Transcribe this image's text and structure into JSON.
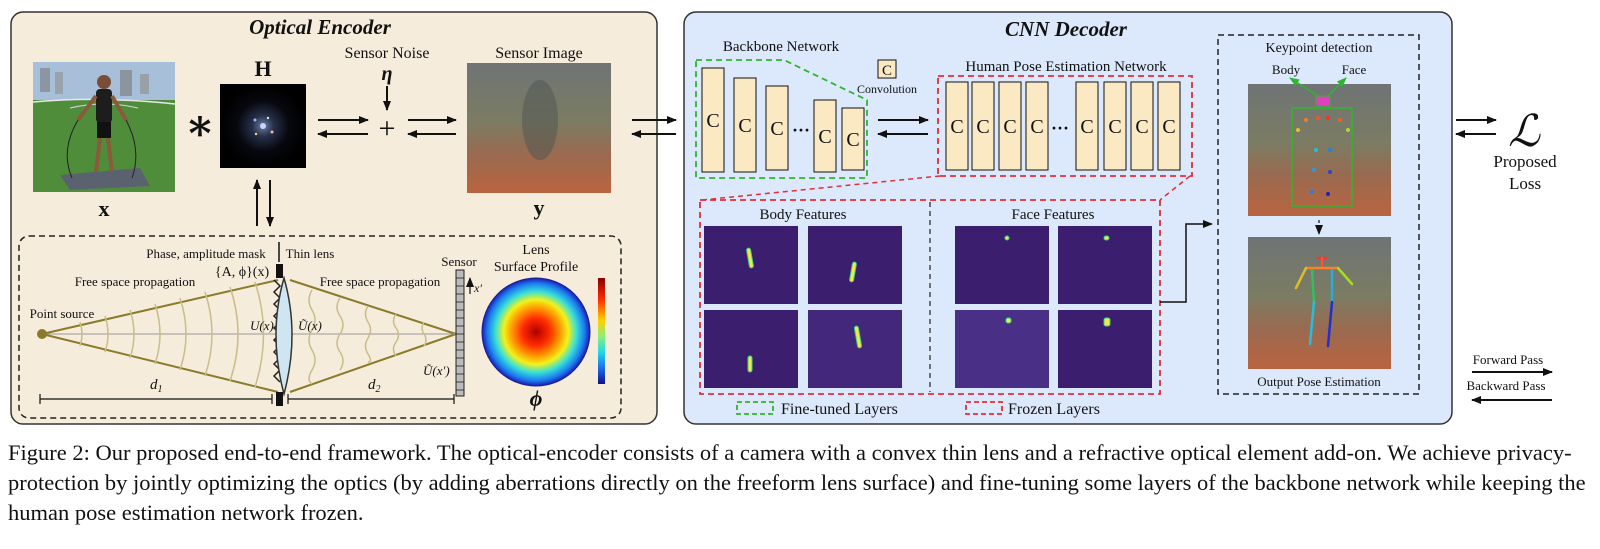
{
  "encoder": {
    "title": "Optical Encoder",
    "kernel_label": "H",
    "input_label": "x",
    "output_label": "y",
    "convolve_symbol": "∗",
    "plus_symbol": "+",
    "noise_label": "Sensor Noise",
    "noise_symbol": "η",
    "sensor_image_label": "Sensor Image",
    "optics": {
      "mask_label": "Phase, amplitude mask",
      "mask_formula": "{A, ϕ}(x)",
      "thin_lens_label": "Thin lens",
      "free_space_left": "Free space propagation",
      "free_space_right": "Free space propagation",
      "point_source": "Point source",
      "sensor_label": "Sensor",
      "sensor_coord": "x′",
      "u_x": "U(x)",
      "u_tilde_x": "Ũ(x)",
      "u_tilde_xprime": "Ũ(x′)",
      "d1": "d",
      "d1_sub": "1",
      "d2": "d",
      "d2_sub": "2",
      "lens_profile_line1": "Lens",
      "lens_profile_line2": "Surface Profile",
      "phi_symbol": "ϕ"
    }
  },
  "decoder": {
    "title": "CNN Decoder",
    "backbone_label": "Backbone Network",
    "hpe_label": "Human Pose Estimation Network",
    "conv_symbol": "C",
    "conv_label": "Convolution",
    "ellipsis": "···",
    "body_features_label": "Body Features",
    "face_features_label": "Face Features",
    "legend_finetuned": "Fine-tuned Layers",
    "legend_frozen": "Frozen Layers",
    "keypoint": {
      "title": "Keypoint detection",
      "body_label": "Body",
      "face_label": "Face",
      "output_label": "Output Pose Estimation"
    }
  },
  "loss": {
    "symbol": "ℒ",
    "line1": "Proposed",
    "line2": "Loss"
  },
  "pass_legend": {
    "forward": "Forward Pass",
    "backward": "Backward Pass"
  },
  "colors": {
    "encoder_bg": "#f6ecdc",
    "decoder_bg": "#dce8fb",
    "conv_fill": "#fbe9c4",
    "finetuned": "#2fb52f",
    "frozen": "#e0303a",
    "feature_bg": "#3b1f6e",
    "heatmap_peak": "#f3e84a"
  },
  "caption": "Figure 2: Our proposed end-to-end framework. The optical-encoder consists of a camera with a convex thin lens and a refractive optical element add-on. We achieve privacy-protection by jointly optimizing the optics (by adding aberrations directly on the freeform lens surface) and fine-tuning some layers of the backbone network while keeping the human pose estimation network frozen."
}
